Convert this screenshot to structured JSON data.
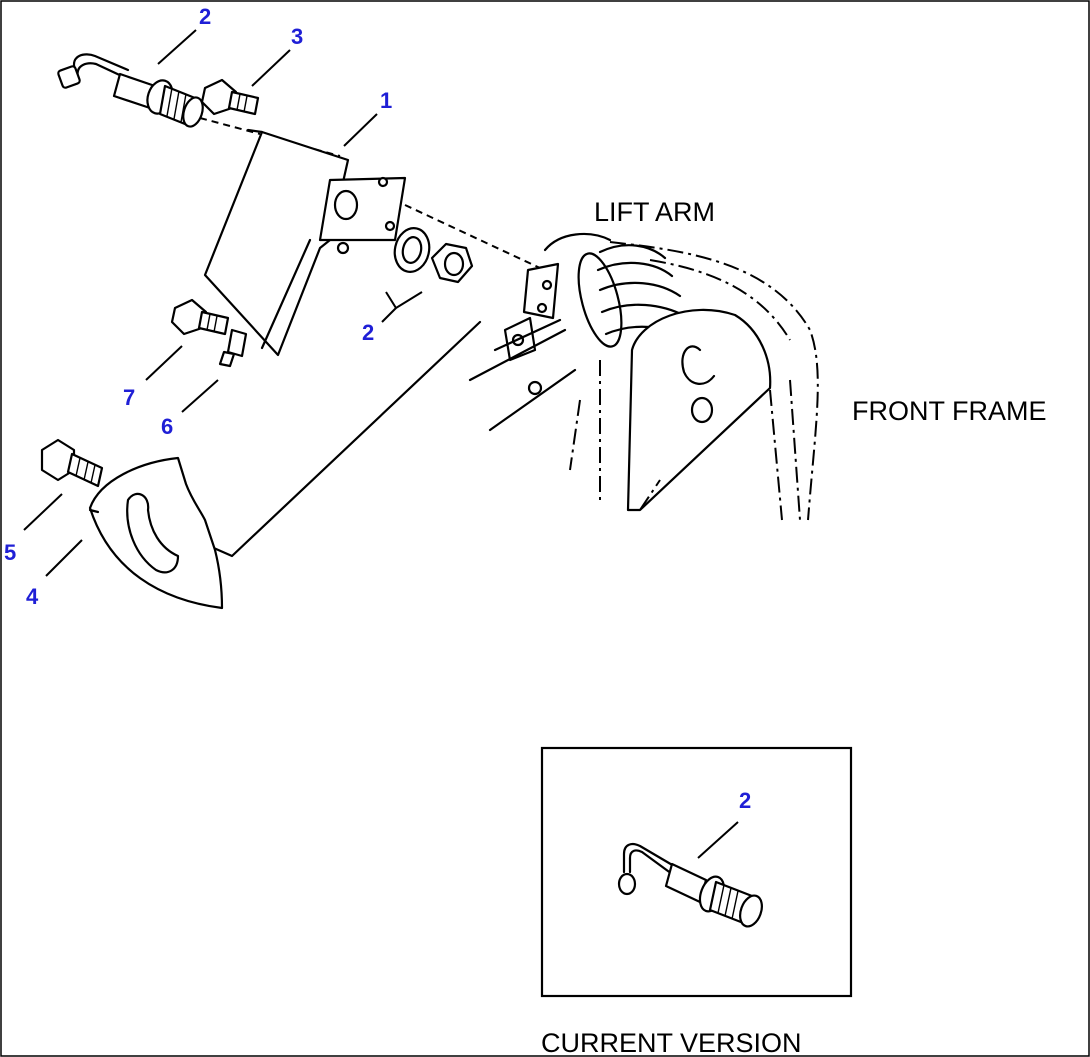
{
  "labels": {
    "lift_arm": "LIFT ARM",
    "front_frame": "FRONT FRAME",
    "current_version": "CURRENT VERSION"
  },
  "callouts": {
    "c1": "1",
    "c2_top": "2",
    "c2_nut": "2",
    "c3": "3",
    "c4": "4",
    "c5": "5",
    "c6": "6",
    "c7": "7",
    "c2_inset": "2"
  },
  "colors": {
    "callout": "#1f1fd6",
    "line": "#000000",
    "background": "#ffffff"
  }
}
